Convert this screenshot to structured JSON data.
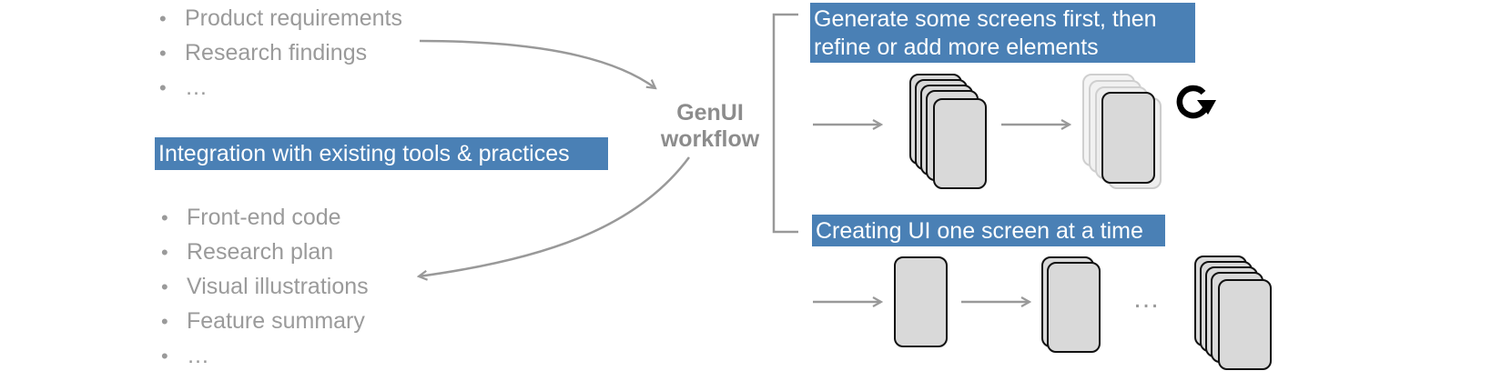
{
  "inputs": {
    "items": [
      "Product requirements",
      "Research findings",
      "…"
    ]
  },
  "integration_banner": "Integration with existing tools & practices",
  "center": {
    "line1": "GenUI",
    "line2": "workflow"
  },
  "outputs": {
    "items": [
      "Front-end code",
      "Research plan",
      "Visual illustrations",
      "Feature summary",
      "…"
    ]
  },
  "approaches": [
    {
      "line1": "Generate some screens first, then",
      "line2": "refine or add more elements"
    },
    {
      "line1": "Creating UI one screen at a time"
    }
  ],
  "sequence_ellipsis": "…",
  "icons": {
    "refresh": "refresh-icon"
  },
  "colors": {
    "banner": "#4a80b5",
    "text_gray": "#9a9a9a",
    "card_fill": "#d9d9d9",
    "arrow": "#999999"
  }
}
